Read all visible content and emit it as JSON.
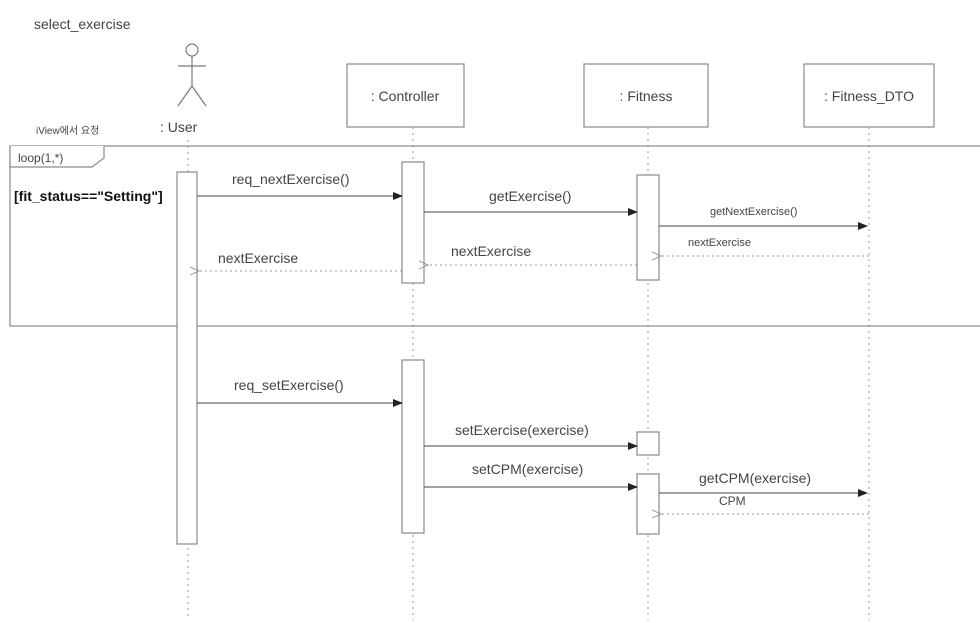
{
  "diagram": {
    "title": "select_exercise",
    "actor": {
      "label": ": User",
      "note": "iView에서 요청"
    },
    "participants": [
      {
        "id": "controller",
        "label": ": Controller"
      },
      {
        "id": "fitness",
        "label": ": Fitness"
      },
      {
        "id": "fitness_dto",
        "label": ": Fitness_DTO"
      }
    ],
    "loop": {
      "label": "loop(1,*)",
      "guard": "[fit_status==\"Setting\"]"
    },
    "messages": [
      {
        "id": "m1",
        "label": "req_nextExercise()"
      },
      {
        "id": "m2",
        "label": "getExercise()"
      },
      {
        "id": "m3",
        "label": "getNextExercise()"
      },
      {
        "id": "m4",
        "label": "nextExercise"
      },
      {
        "id": "m5",
        "label": "nextExercise"
      },
      {
        "id": "m6",
        "label": "nextExercise"
      },
      {
        "id": "m7",
        "label": "req_setExercise()"
      },
      {
        "id": "m8",
        "label": "setExercise(exercise)"
      },
      {
        "id": "m9",
        "label": "setCPM(exercise)"
      },
      {
        "id": "m10",
        "label": "getCPM(exercise)"
      },
      {
        "id": "m11",
        "label": "CPM"
      }
    ]
  }
}
